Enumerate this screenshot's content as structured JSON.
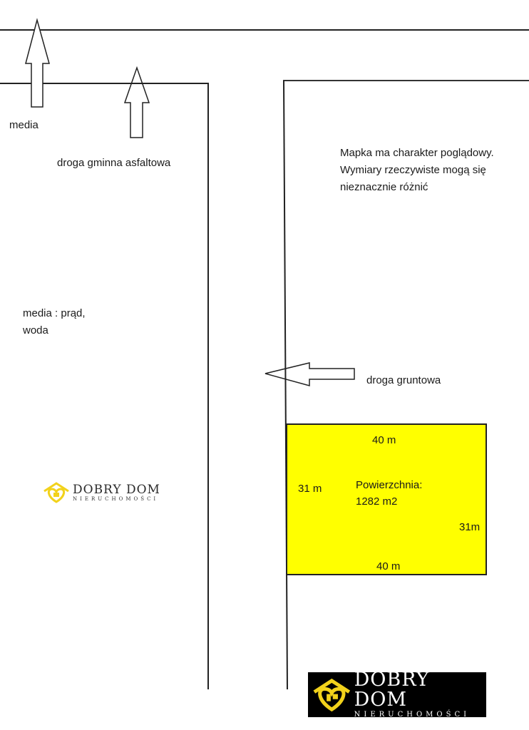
{
  "labels": {
    "media_arrow": "media",
    "asphalt_road": "droga gminna asfaltowa",
    "utilities": [
      "media : prąd,",
      "woda"
    ],
    "dirt_road": "droga gruntowa"
  },
  "note": {
    "lines": [
      "Mapka ma charakter poglądowy.",
      "Wymiary rzeczywiste mogą się",
      "nieznacznie różnić"
    ]
  },
  "plot": {
    "fill_color": "#ffff00",
    "top_width": "40 m",
    "bottom_width": "40 m",
    "left_depth": "31 m",
    "right_depth": "31m",
    "area_label": "Powierzchnia:",
    "area_value": "1282 m2"
  },
  "logo": {
    "brand": "DOBRY DOM",
    "tagline": "NIERUCHOMOŚCI",
    "accent_color": "#f2d21b"
  }
}
